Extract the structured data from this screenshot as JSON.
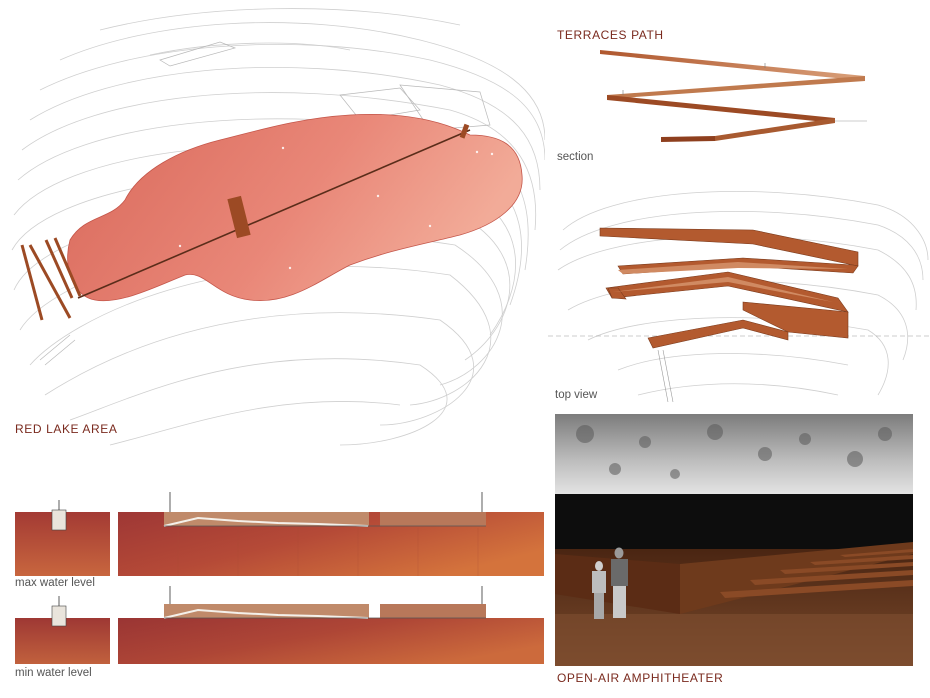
{
  "labels": {
    "red_lake_area": "RED LAKE AREA",
    "terraces_path": "TERRACES PATH",
    "section": "section",
    "top_view": "top view",
    "open_air_amphitheater": "OPEN-AIR AMPHITHEATER",
    "max_water_level": "max water level",
    "min_water_level": "min water level"
  },
  "colors": {
    "lake_pink": "#e9877a",
    "lake_deep": "#d9695b",
    "rust": "#9c4a24",
    "rust_light": "#c07a4e",
    "contour": "#c9c9c9",
    "water_red": "#b8533a",
    "label_red": "#7a2a1e"
  }
}
